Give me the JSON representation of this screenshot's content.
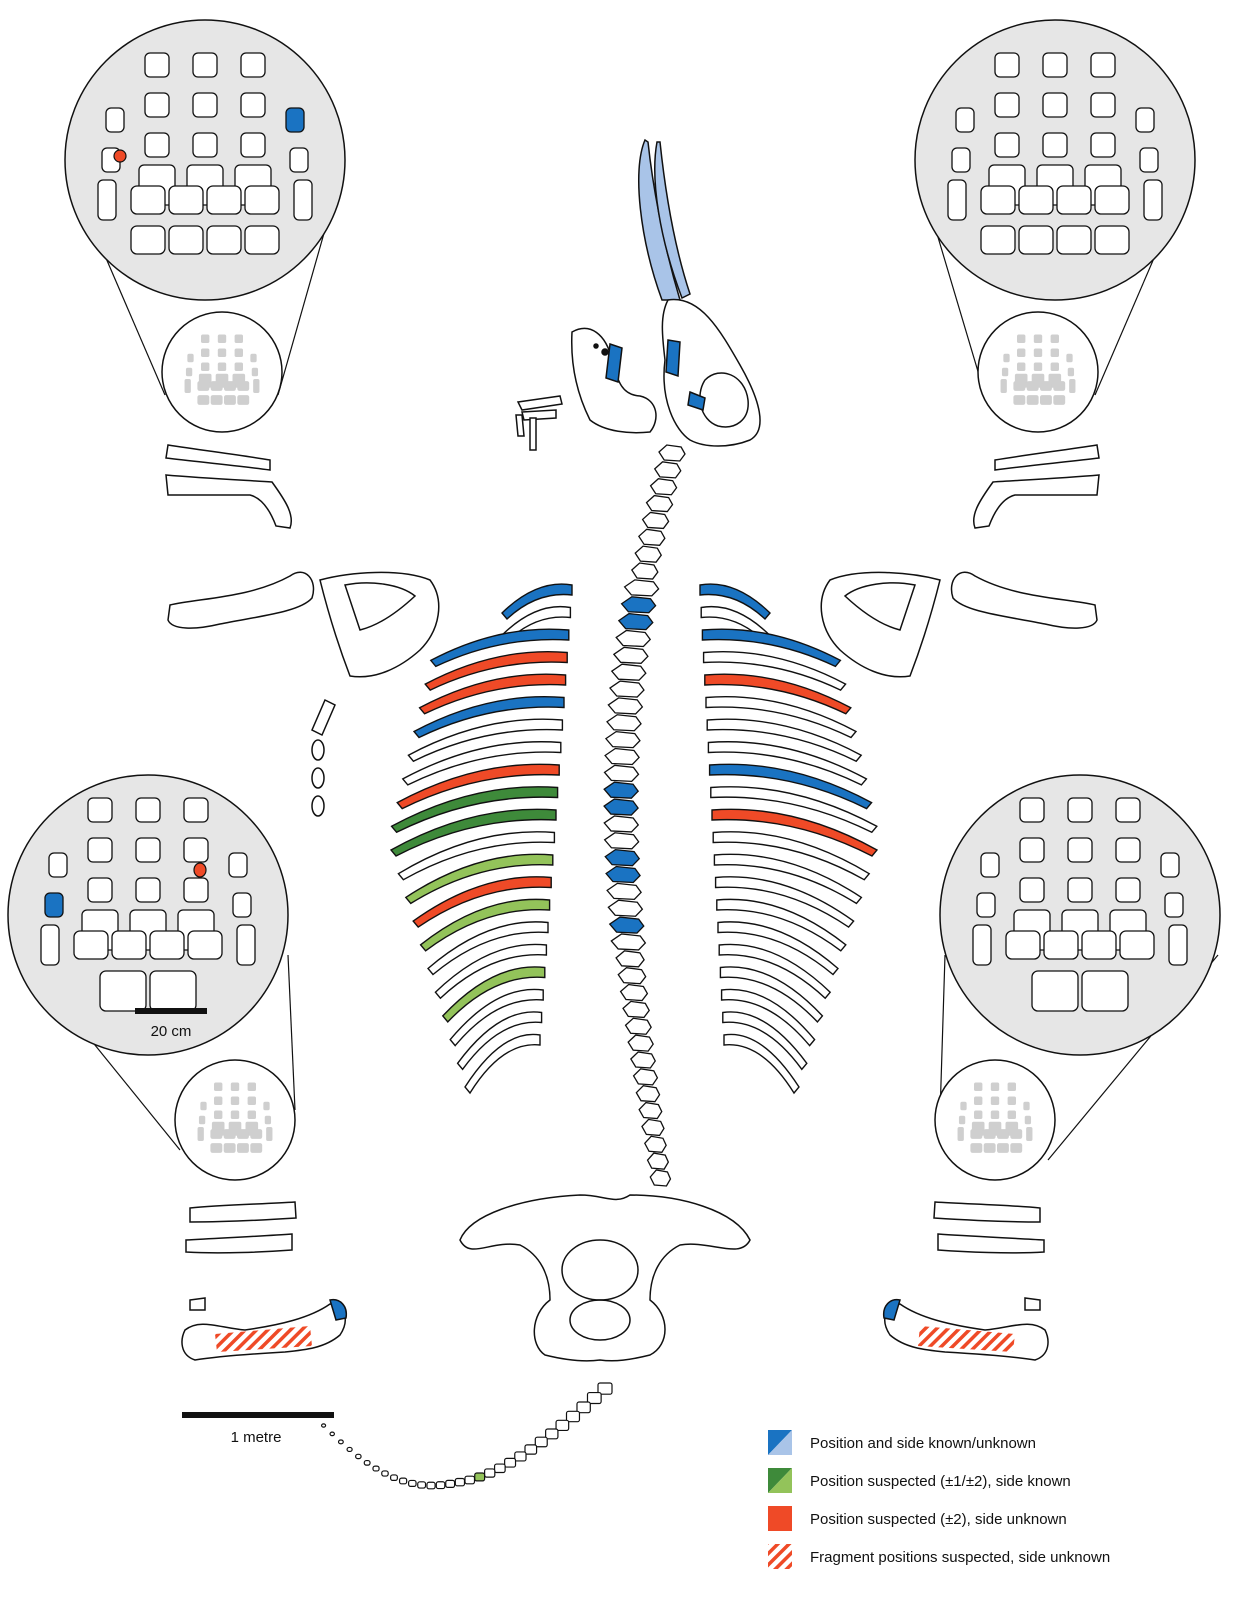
{
  "scale_bars": {
    "hand": "20 cm",
    "body": "1 metre"
  },
  "legend": [
    {
      "label": "Position and side known/unknown",
      "color_a": "#1a73c2",
      "color_b": "#a9c4e8"
    },
    {
      "label": "Position suspected (±1/±2), side known",
      "color_a": "#3e8a3a",
      "color_b": "#93c35a"
    },
    {
      "label": "Position suspected (±2), side unknown",
      "color_a": "#ef4a27",
      "color_b": "#ef4a27"
    },
    {
      "label": "Fragment positions suspected, side unknown",
      "color_a": "#ef4a27",
      "color_b": "#ffffff"
    }
  ],
  "colors": {
    "blue": "#1a73c2",
    "light_blue": "#a9c4e8",
    "dark_green": "#3e8a3a",
    "light_green": "#93c35a",
    "red": "#ef4a27",
    "hand_bg": "#e6e6e6",
    "outline": "#111111"
  }
}
